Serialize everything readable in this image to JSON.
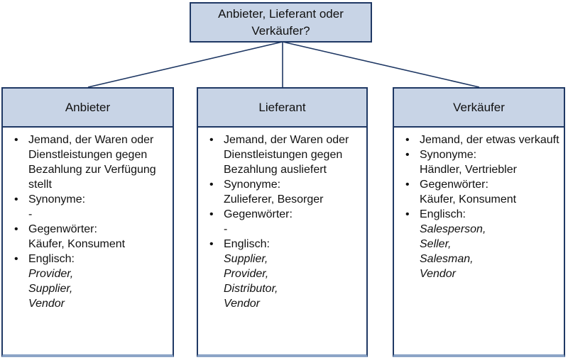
{
  "diagram": {
    "root_label": "Anbieter, Lieferant oder Verkäufer?",
    "columns": [
      {
        "header": "Anbieter",
        "items": [
          {
            "lines": [
              {
                "t": "Jemand, der Waren oder Dienstleistungen gegen Bezahlung zur Verfügung stellt"
              }
            ]
          },
          {
            "lines": [
              {
                "t": "Synonyme:"
              },
              {
                "t": "-"
              }
            ]
          },
          {
            "lines": [
              {
                "t": "Gegenwörter:"
              },
              {
                "t": "Käufer, Konsument"
              }
            ]
          },
          {
            "lines": [
              {
                "t": "Englisch:"
              },
              {
                "t": "Provider,",
                "i": true
              },
              {
                "t": "Supplier,",
                "i": true
              },
              {
                "t": "Vendor",
                "i": true
              }
            ]
          }
        ]
      },
      {
        "header": "Lieferant",
        "items": [
          {
            "lines": [
              {
                "t": "Jemand, der Waren oder Dienstleistungen gegen Bezahlung ausliefert"
              }
            ]
          },
          {
            "lines": [
              {
                "t": "Synonyme:"
              },
              {
                "t": "Zulieferer, Besorger"
              }
            ]
          },
          {
            "lines": [
              {
                "t": "Gegenwörter:"
              },
              {
                "t": "-"
              }
            ]
          },
          {
            "lines": [
              {
                "t": "Englisch:"
              },
              {
                "t": "Supplier,",
                "i": true
              },
              {
                "t": "Provider,",
                "i": true
              },
              {
                "t": "Distributor,",
                "i": true
              },
              {
                "t": "Vendor",
                "i": true
              }
            ]
          }
        ]
      },
      {
        "header": "Verkäufer",
        "items": [
          {
            "lines": [
              {
                "t": "Jemand, der etwas verkauft"
              }
            ]
          },
          {
            "lines": [
              {
                "t": "Synonyme:"
              },
              {
                "t": "Händler, Vertriebler"
              }
            ]
          },
          {
            "lines": [
              {
                "t": "Gegenwörter:"
              },
              {
                "t": "Käufer, Konsument"
              }
            ]
          },
          {
            "lines": [
              {
                "t": "Englisch:"
              },
              {
                "t": "Salesperson,",
                "i": true
              },
              {
                "t": "Seller,",
                "i": true
              },
              {
                "t": "Salesman,",
                "i": true
              },
              {
                "t": "Vendor",
                "i": true
              }
            ]
          }
        ]
      }
    ]
  },
  "colors": {
    "box_fill": "#c8d4e6",
    "box_border": "#1f3864",
    "bottom_edge": "#8ca4c6",
    "text": "#111111",
    "background": "#ffffff"
  }
}
